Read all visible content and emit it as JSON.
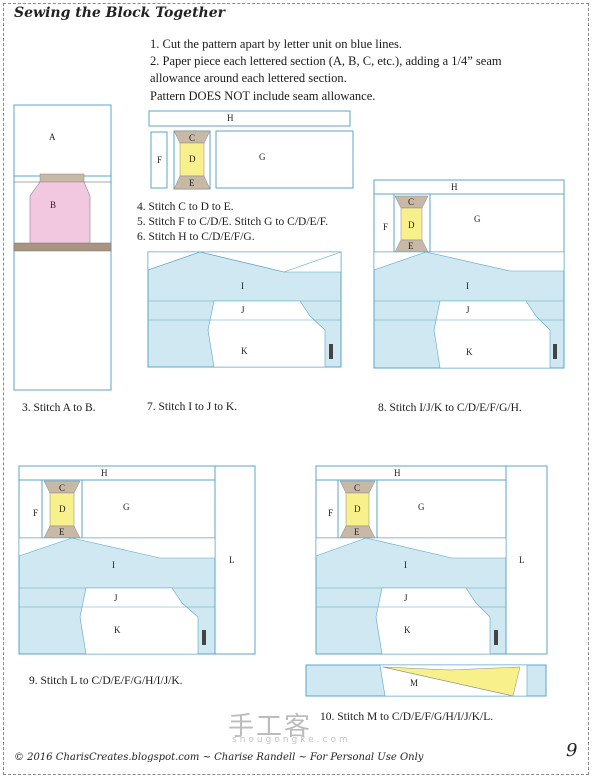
{
  "page": {
    "title": "Sewing the Block Together",
    "instructions": [
      "1. Cut the pattern apart by letter unit on blue lines.",
      "2. Paper piece each lettered section (A, B, C, etc.), adding a 1/4” seam",
      "allowance around each lettered section.",
      "Pattern DOES NOT include seam allowance."
    ],
    "steps_456": [
      "4. Stitch C to D to E.",
      "5. Stitch F to C/D/E.  Stitch G to C/D/E/F.",
      "6. Stitch H to C/D/E/F/G."
    ],
    "captions": {
      "step3": "3. Stitch A to B.",
      "step7": "7. Stitch I to J to K.",
      "step8": "8. Stitch I/J/K to C/D/E/F/G/H.",
      "step9": "9. Stitch L to C/D/E/F/G/H/I/J/K.",
      "step10": "10. Stitch M to C/D/E/F/G/H/I/J/K/L."
    },
    "footer": "© 2016 CharisCreates.blogspot.com ~ Charise Randell ~ For Personal Use Only",
    "page_number": "9",
    "watermark": "手工客",
    "watermark_sub": "shougongke.com"
  },
  "labels": {
    "A": "A",
    "B": "B",
    "C": "C",
    "D": "D",
    "E": "E",
    "F": "F",
    "G": "G",
    "H": "H",
    "I": "I",
    "J": "J",
    "K": "K",
    "L": "L",
    "M": "M"
  },
  "colors": {
    "pink": "#f2c8e0",
    "yellow": "#f8f08a",
    "tan": "#c8b8a6",
    "brown": "#a89480",
    "lightblue": "#cfe8f1",
    "outline": "#5aa5c8",
    "dark": "#444444"
  }
}
